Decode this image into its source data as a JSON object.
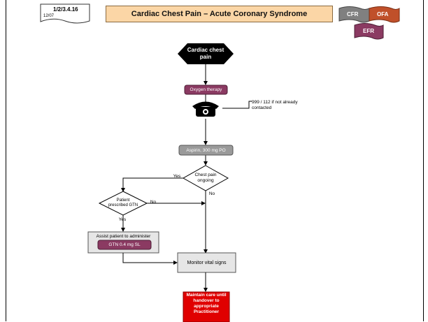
{
  "header": {
    "doc_code": "1/2/3.4.16",
    "doc_date": "12/07",
    "title": "Cardiac Chest Pain – Acute Coronary Syndrome",
    "badges": [
      "CFR",
      "OFA",
      "EFR"
    ]
  },
  "flowchart": {
    "start": "Cardiac chest pain",
    "oxygen": "Oxygen therapy",
    "call_note": "999 / 112 if not already contacted",
    "aspirin": "Aspirin, 300 mg PO",
    "decision_pain": "Chest pain ongoing",
    "yes_1": "Yes",
    "no_1": "No",
    "decision_gtn": "Patient prescribed GTN",
    "no_2": "No",
    "yes_2": "Yes",
    "assist": "Assist patient to administer",
    "gtn_dose": "GTN 0.4 mg SL",
    "monitor": "Monitor vital signs",
    "maintain": "Maintain care until handover to appropriate Practitioner"
  },
  "colors": {
    "badge_cfr": "#808080",
    "badge_ofa": "#c0502a",
    "badge_efr": "#8b3a62",
    "title_bg": "#fbd6a6",
    "oxygen": "#8b3a62",
    "maintain": "#e00000"
  }
}
